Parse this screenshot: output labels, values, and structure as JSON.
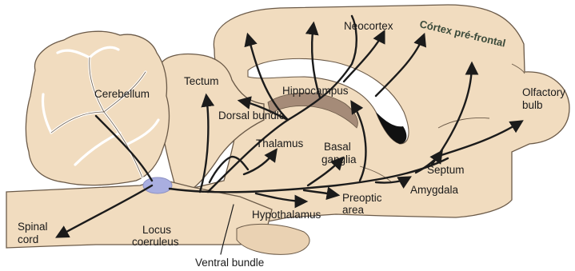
{
  "colors": {
    "tissue": "#f1dcbf",
    "outline": "#6b5a48",
    "pathway": "#1b1b1b",
    "hippocampus": "#a58b78",
    "ventricle": "#111111",
    "locus": "#a9aee0"
  },
  "labels": {
    "neocortex": "Neocortex",
    "cortex_prefrontal": "Córtex pré-frontal",
    "olfactory_bulb_1": "Olfactory",
    "olfactory_bulb_2": "bulb",
    "cerebellum": "Cerebellum",
    "tectum": "Tectum",
    "hippocampus": "Hippocampus",
    "dorsal_bundle": "Dorsal bundle",
    "thalamus": "Thalamus",
    "basal_ganglia_1": "Basal",
    "basal_ganglia_2": "ganglia",
    "septum": "Septum",
    "amygdala": "Amygdala",
    "preoptic_area_1": "Preoptic",
    "preoptic_area_2": "area",
    "hypothalamus": "Hypothalamus",
    "spinal_cord_1": "Spinal",
    "spinal_cord_2": "cord",
    "locus_coeruleus_1": "Locus",
    "locus_coeruleus_2": "coeruleus",
    "ventral_bundle": "Ventral bundle"
  }
}
